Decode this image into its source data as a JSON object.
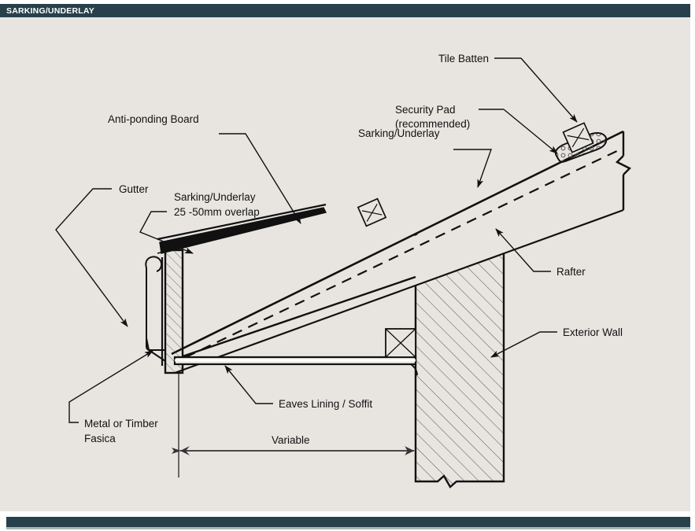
{
  "header": {
    "title": "SARKING/UNDERLAY",
    "bar_color": "#27404b",
    "text_color": "#ffffff"
  },
  "panel": {
    "background_color": "#e8e5e1",
    "line_color": "#111111"
  },
  "footer": {
    "bar_color": "#27404b",
    "shadow_color": "#a8b4ba"
  },
  "diagram": {
    "type": "architectural-section",
    "subject": "Roof eaves detail showing sarking/underlay installation",
    "labels": {
      "tile_batten": "Tile Batten",
      "security_pad": "Security Pad",
      "security_pad_note": "(recommended)",
      "sarking_underlay": "Sarking/Underlay",
      "anti_ponding_board": "Anti-ponding Board",
      "gutter": "Gutter",
      "sarking_overlap_line1": "Sarking/Underlay",
      "sarking_overlap_line2": "25 -50mm overlap",
      "rafter": "Rafter",
      "exterior_wall": "Exterior Wall",
      "eaves_lining_soffit": "Eaves Lining / Soffit",
      "metal_or_timber_line1": "Metal or Timber",
      "metal_or_timber_line2": "Fasica",
      "variable": "Variable"
    }
  }
}
